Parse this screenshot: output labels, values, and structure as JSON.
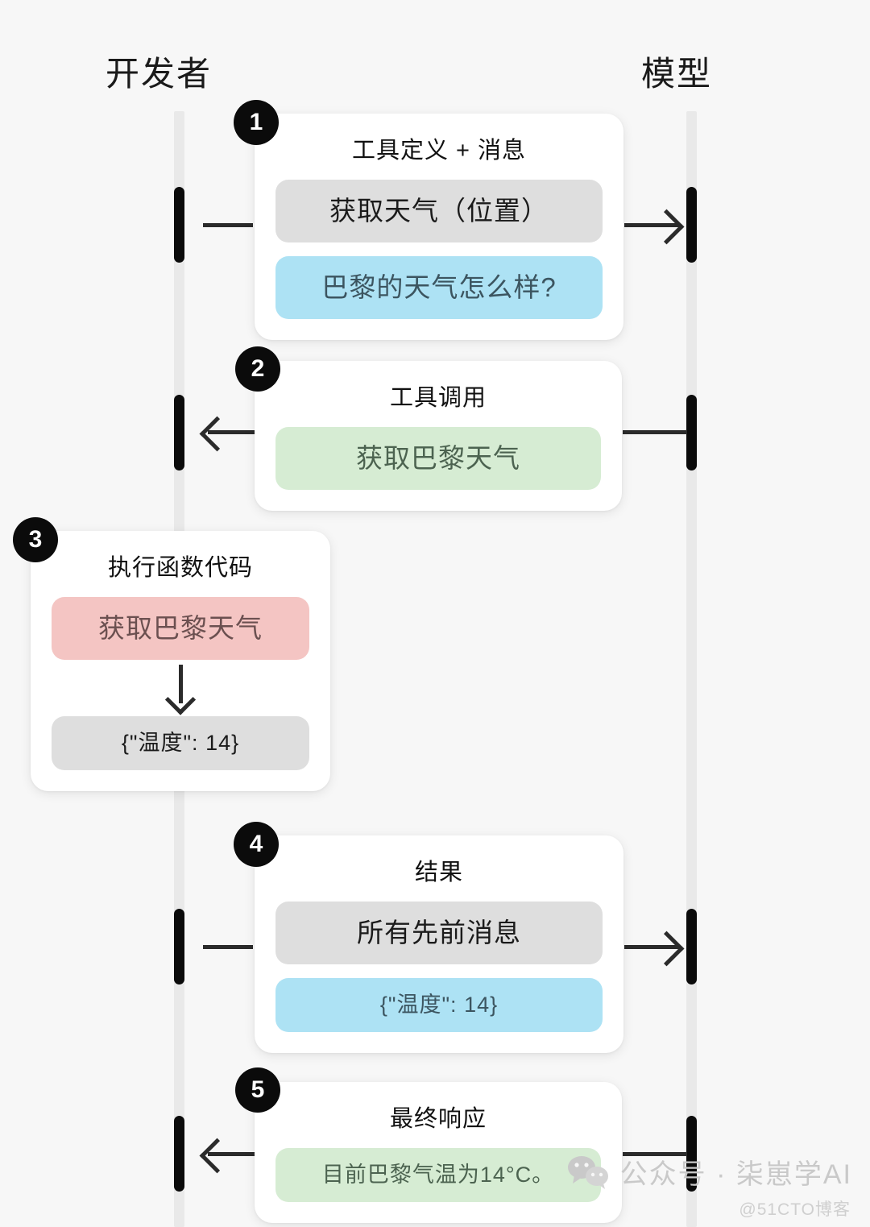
{
  "actors": {
    "developer": "开发者",
    "model": "模型"
  },
  "steps": [
    {
      "number": "1",
      "title": "工具定义 + 消息",
      "pills": [
        {
          "text": "获取天气（位置）",
          "color": "gray"
        },
        {
          "text": "巴黎的天气怎么样?",
          "color": "blue"
        }
      ],
      "direction": "right"
    },
    {
      "number": "2",
      "title": "工具调用",
      "pills": [
        {
          "text": "获取巴黎天气",
          "color": "green"
        }
      ],
      "direction": "left"
    },
    {
      "number": "3",
      "title": "执行函数代码",
      "pills": [
        {
          "text": "获取巴黎天气",
          "color": "pink"
        },
        {
          "text": "{\"温度\": 14}",
          "color": "gray"
        }
      ],
      "direction": "self"
    },
    {
      "number": "4",
      "title": "结果",
      "pills": [
        {
          "text": "所有先前消息",
          "color": "gray"
        },
        {
          "text": "{\"温度\": 14}",
          "color": "blue"
        }
      ],
      "direction": "right"
    },
    {
      "number": "5",
      "title": "最终响应",
      "pills": [
        {
          "text": "目前巴黎气温为14°C。",
          "color": "green"
        }
      ],
      "direction": "left"
    }
  ],
  "watermark": {
    "text": "公众号 · 柒崽学AI",
    "sub": "@51CTO博客",
    "icon": "wechat-icon"
  },
  "colors": {
    "background": "#f7f7f7",
    "card": "#ffffff",
    "lifeline": "#e9e9e9",
    "activation": "#0b0b0b",
    "gray_pill": "#dedede",
    "blue_pill": "#ade2f4",
    "green_pill": "#d6ecd3",
    "pink_pill": "#f4c5c3"
  }
}
